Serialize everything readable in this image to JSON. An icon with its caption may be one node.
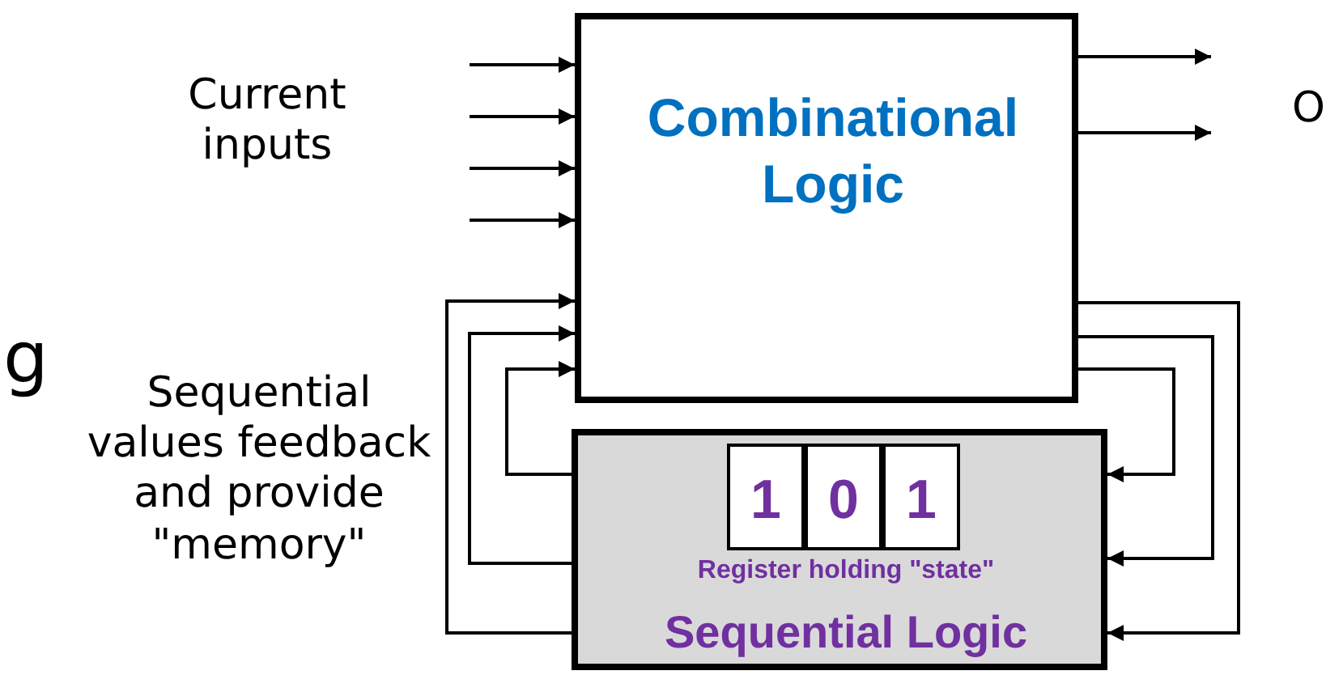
{
  "diagram": {
    "nodes": [
      {
        "text": [
          "Combinational Logic"
        ]
      },
      {
        "text": [
          "Register holding \"state\"",
          "Sequential Logic"
        ]
      },
      {
        "text": [
          "1"
        ],
        "in": 1
      },
      {
        "text": [
          "0"
        ],
        "in": 1
      },
      {
        "text": [
          "1"
        ],
        "in": 1
      }
    ],
    "edges": [
      {
        "from": null,
        "to": 0,
        "arrow": "to"
      },
      {
        "from": null,
        "to": 0,
        "arrow": "to"
      },
      {
        "from": null,
        "to": 0,
        "arrow": "to"
      },
      {
        "from": null,
        "to": 0,
        "arrow": "to"
      },
      {
        "from": 0,
        "to": null,
        "arrow": "to"
      },
      {
        "from": 0,
        "to": null,
        "arrow": "to"
      },
      {
        "from": 1,
        "to": 0,
        "arrow": "to"
      },
      {
        "from": 1,
        "to": 0,
        "arrow": "to"
      },
      {
        "from": 1,
        "to": 0,
        "arrow": "to"
      },
      {
        "from": 0,
        "to": 1,
        "arrow": "to"
      },
      {
        "from": 0,
        "to": 1,
        "arrow": "to"
      },
      {
        "from": 0,
        "to": 1,
        "arrow": "to"
      }
    ],
    "labels": [
      "Current inputs",
      "O",
      "g",
      "Sequential values feedback and provide \"memory\""
    ]
  }
}
